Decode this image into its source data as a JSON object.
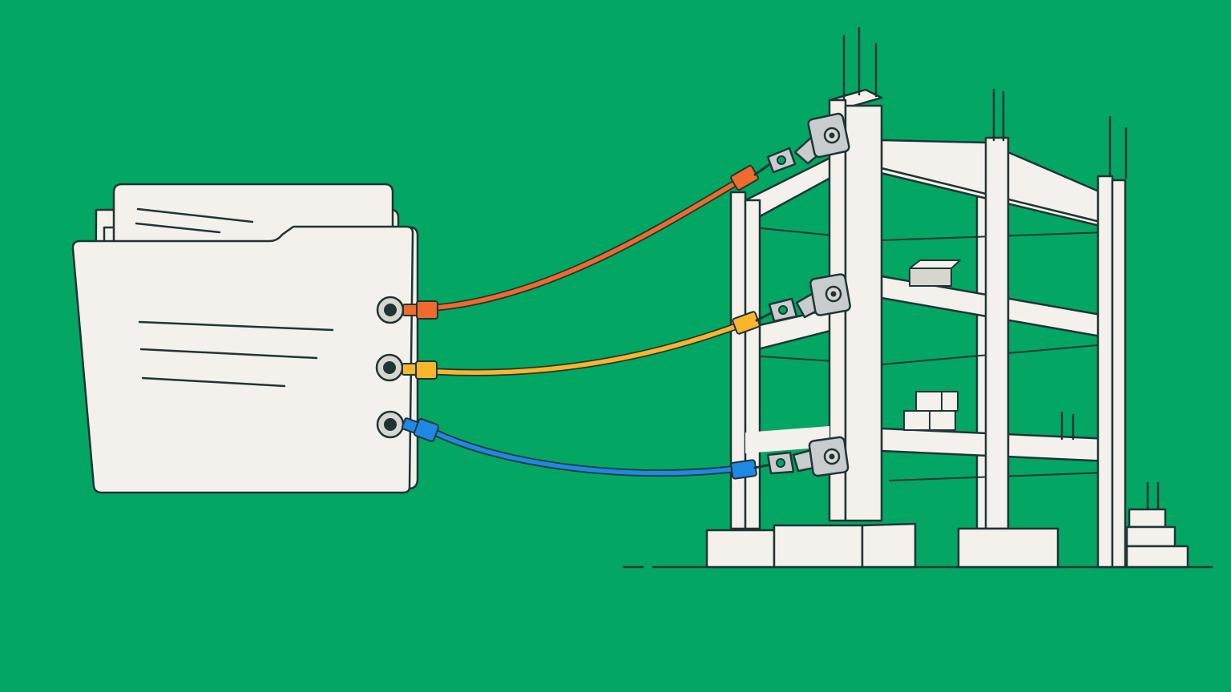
{
  "colors": {
    "background": "#04A663",
    "paper": "#F4F1EC",
    "outline": "#1E3535",
    "shade": "#D9D6D0",
    "cable_top": "#F06A2C",
    "cable_middle": "#F9B52C",
    "cable_bottom": "#1E88E5",
    "metal": "#C9CCCD"
  },
  "scene": {
    "left_object": "folder-icon",
    "right_object": "building-frame-icon",
    "connections": [
      {
        "from": "folder-port-1",
        "to": "anchor-plate-1",
        "color_key": "cable_top"
      },
      {
        "from": "folder-port-2",
        "to": "anchor-plate-2",
        "color_key": "cable_middle"
      },
      {
        "from": "folder-port-3",
        "to": "anchor-plate-3",
        "color_key": "cable_bottom"
      }
    ]
  }
}
